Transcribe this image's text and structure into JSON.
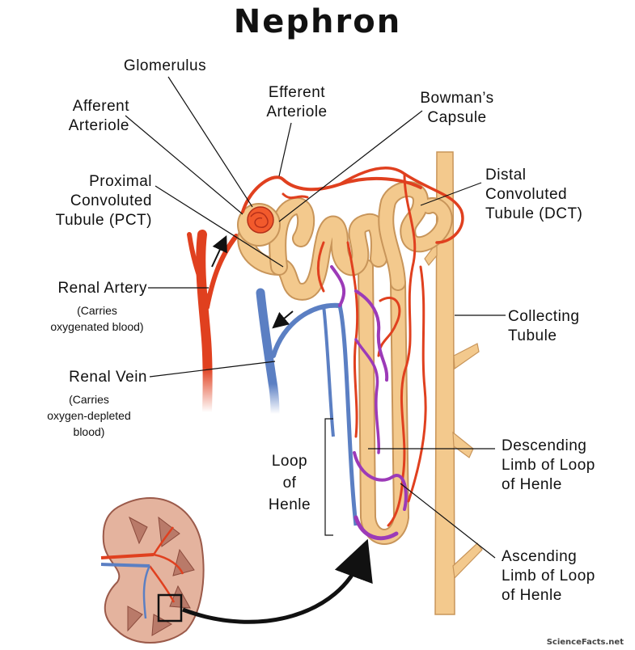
{
  "title": "Nephron",
  "colors": {
    "artery": "#e0401f",
    "vein": "#5b7fc3",
    "capillary_purple": "#9c3ab8",
    "tubule": "#f3c98d",
    "tubule_edge": "#c8955a",
    "kidney": "#c98a7a"
  },
  "labels": {
    "glomerulus": "Glomerulus",
    "efferent_arteriole": "Efferent\nArteriole",
    "bowmans_capsule": "Bowman’s\nCapsule",
    "afferent_arteriole": "Afferent\nArteriole",
    "proximal_tubule": "Proximal\nConvoluted\nTubule (PCT)",
    "distal_tubule": "Distal\nConvoluted\nTubule (DCT)",
    "renal_artery": "Renal Artery",
    "renal_artery_note": "(Carries\noxygenated blood)",
    "collecting_tubule": "Collecting\nTubule",
    "renal_vein": "Renal Vein",
    "renal_vein_note": "(Carries\noxygen-depleted\nblood)",
    "loop_of_henle": "Loop\nof\nHenle",
    "descending_limb": "Descending\nLimb of Loop\nof Henle",
    "ascending_limb": "Ascending\nLimb of Loop\nof Henle"
  },
  "credit": "ScienceFacts.net"
}
